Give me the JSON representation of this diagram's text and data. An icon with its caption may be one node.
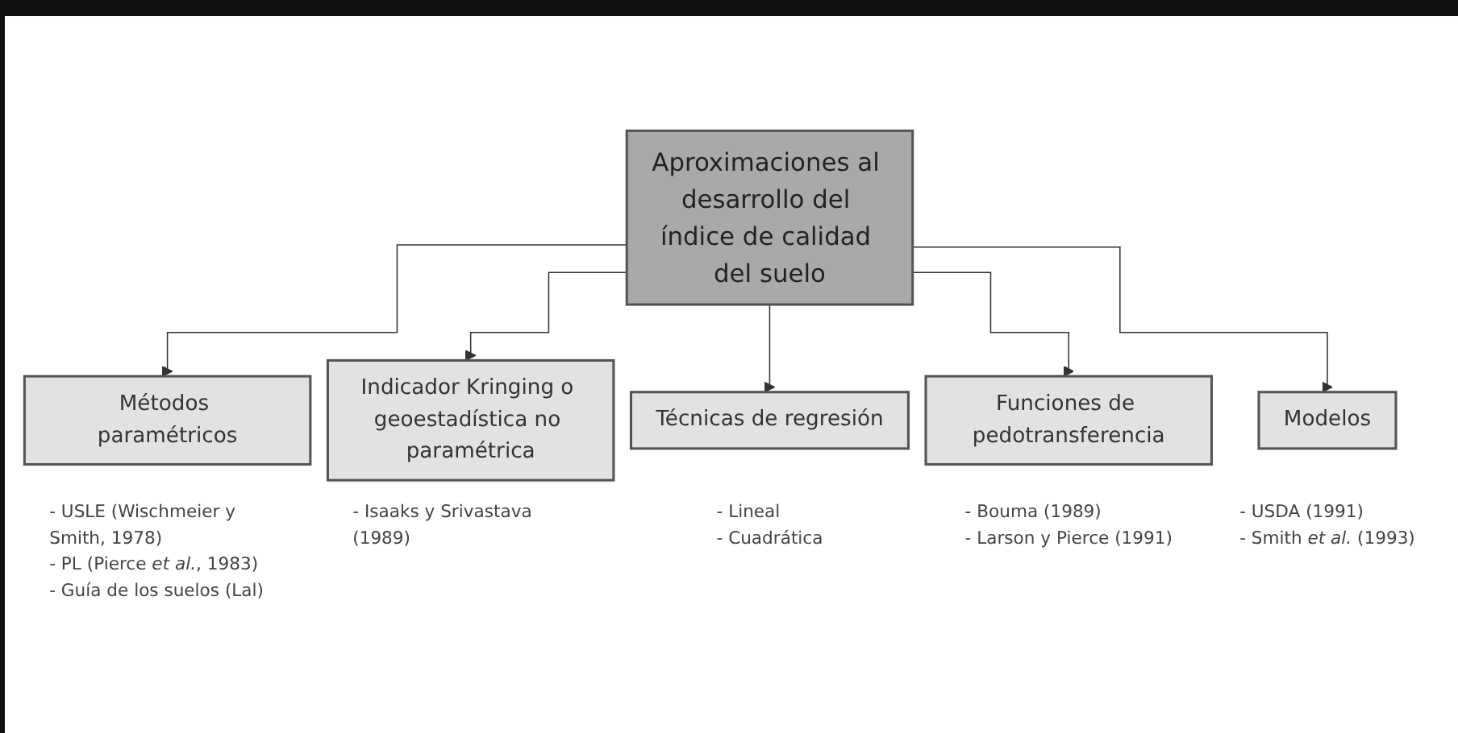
{
  "diagram": {
    "nodes": [
      {
        "text": [
          "Aproximaciones al desarrollo del índice de calidad del suelo"
        ]
      },
      {
        "text": [
          "Métodos paramétricos"
        ],
        "beside": [
          "- USLE (Wischmeier y Smith, 1978)",
          "- PL (Pierce *et al.*, 1983)",
          "- Guía de los suelos (Lal)"
        ]
      },
      {
        "text": [
          "Indicador Kringing o geoestadística no paramétrica"
        ],
        "beside": [
          "- Isaaks y Srivastava (1989)"
        ]
      },
      {
        "text": [
          "Técnicas de regresión"
        ],
        "beside": [
          "- Lineal",
          "- Cuadrática"
        ]
      },
      {
        "text": [
          "Funciones de pedotransferencia"
        ],
        "beside": [
          "- Bouma (1989)",
          "- Larson y Pierce (1991)"
        ]
      },
      {
        "text": [
          "Modelos"
        ],
        "beside": [
          "- USDA (1991)",
          "- Smith *et al.* (1993)"
        ]
      }
    ],
    "edges": [
      {
        "from": 0,
        "to": 1,
        "arrow": "to"
      },
      {
        "from": 0,
        "to": 2,
        "arrow": "to"
      },
      {
        "from": 0,
        "to": 3,
        "arrow": "to"
      },
      {
        "from": 0,
        "to": 4,
        "arrow": "to"
      },
      {
        "from": 0,
        "to": 5,
        "arrow": "to"
      }
    ]
  }
}
